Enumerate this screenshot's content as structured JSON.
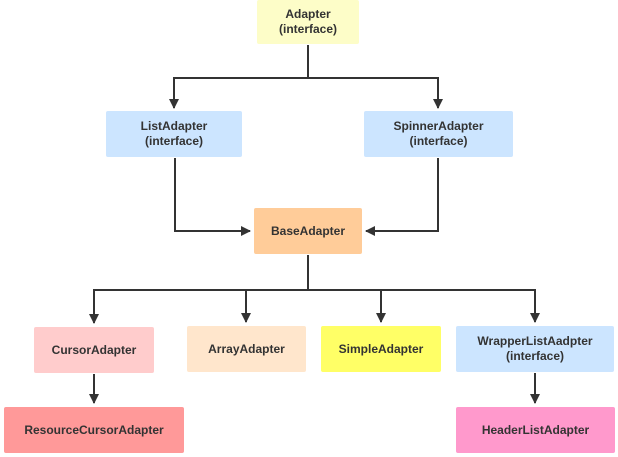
{
  "colors": {
    "interface_light": "#fdfdc8",
    "interface_blue": "#cce5ff",
    "base": "#ffcc99",
    "cursor": "#ffcccc",
    "array": "#ffe6cc",
    "simple": "#ffff66",
    "resource_cursor": "#ff9999",
    "header_list": "#ff99cc",
    "line": "#333333"
  },
  "nodes": {
    "adapter": {
      "name": "Adapter",
      "kind": "(interface)"
    },
    "list_adapter": {
      "name": "ListAdapter",
      "kind": "(interface)"
    },
    "spinner_adapter": {
      "name": "SpinnerAdapter",
      "kind": "(interface)"
    },
    "base_adapter": {
      "name": "BaseAdapter"
    },
    "cursor_adapter": {
      "name": "CursorAdapter"
    },
    "array_adapter": {
      "name": "ArrayAdapter"
    },
    "simple_adapter": {
      "name": "SimpleAdapter"
    },
    "wrapper_list_adapter": {
      "name": "WrapperListAadpter",
      "kind": "(interface)"
    },
    "resource_cursor_adapter": {
      "name": "ResourceCursorAdapter"
    },
    "header_list_adapter": {
      "name": "HeaderListAdapter"
    }
  },
  "edges": [
    {
      "from": "adapter",
      "to": "list_adapter"
    },
    {
      "from": "adapter",
      "to": "spinner_adapter"
    },
    {
      "from": "list_adapter",
      "to": "base_adapter"
    },
    {
      "from": "spinner_adapter",
      "to": "base_adapter"
    },
    {
      "from": "base_adapter",
      "to": "cursor_adapter"
    },
    {
      "from": "base_adapter",
      "to": "array_adapter"
    },
    {
      "from": "base_adapter",
      "to": "simple_adapter"
    },
    {
      "from": "base_adapter",
      "to": "wrapper_list_adapter"
    },
    {
      "from": "cursor_adapter",
      "to": "resource_cursor_adapter"
    },
    {
      "from": "wrapper_list_adapter",
      "to": "header_list_adapter"
    }
  ]
}
